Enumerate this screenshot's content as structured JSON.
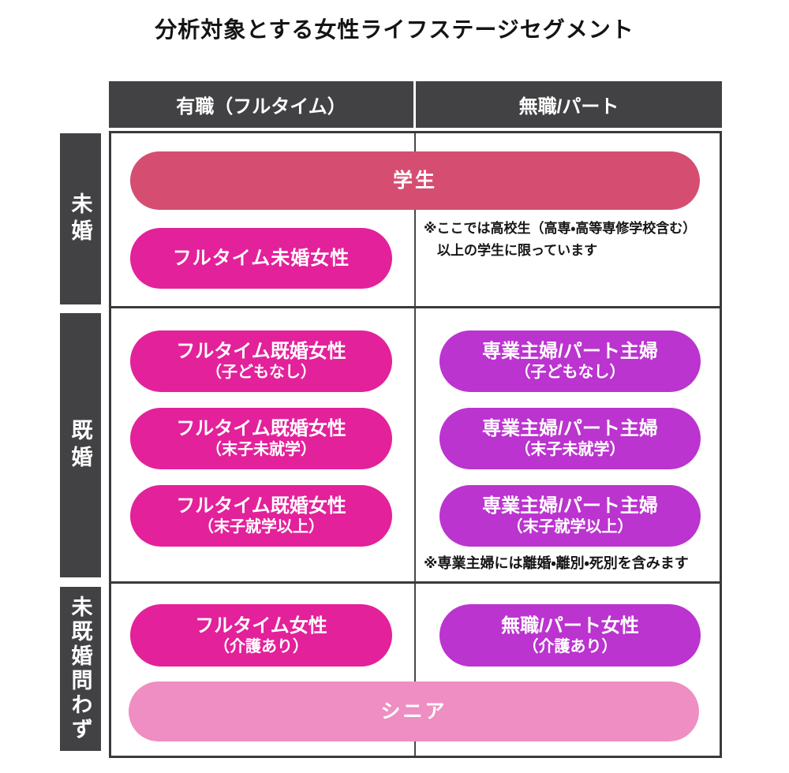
{
  "title": "分析対象とする女性ライフステージセグメント",
  "colors": {
    "header_dark": "#424245",
    "border_dark": "#3a3a3c",
    "divider_gray": "#48484a",
    "rose": "#d54e72",
    "magenta": "#e3219a",
    "purple": "#bb34cf",
    "light_pink": "#ee8ec2"
  },
  "columns": {
    "left": "有職（フルタイム）",
    "right": "無職/パート"
  },
  "row_headers": {
    "single": "未婚",
    "married": "既婚",
    "any": "未既婚問わず"
  },
  "single_row": {
    "student": "学生",
    "fulltime_single": "フルタイム未婚女性",
    "note_line1": "※ここでは高校生（高専・高等専修学校含む）",
    "note_line2": "以上の学生に限っています"
  },
  "married_row": {
    "left": [
      {
        "line1": "フルタイム既婚女性",
        "line2": "（子どもなし）"
      },
      {
        "line1": "フルタイム既婚女性",
        "line2": "（末子未就学）"
      },
      {
        "line1": "フルタイム既婚女性",
        "line2": "（末子就学以上）"
      }
    ],
    "right": [
      {
        "line1": "専業主婦/パート主婦",
        "line2": "（子どもなし）"
      },
      {
        "line1": "専業主婦/パート主婦",
        "line2": "（末子未就学）"
      },
      {
        "line1": "専業主婦/パート主婦",
        "line2": "（末子就学以上）"
      }
    ],
    "note": "※専業主婦には離婚・離別・死別を含みます"
  },
  "any_row": {
    "left": {
      "line1": "フルタイム女性",
      "line2": "（介護あり）"
    },
    "right": {
      "line1": "無職/パート女性",
      "line2": "（介護あり）"
    },
    "senior": "シニア"
  }
}
